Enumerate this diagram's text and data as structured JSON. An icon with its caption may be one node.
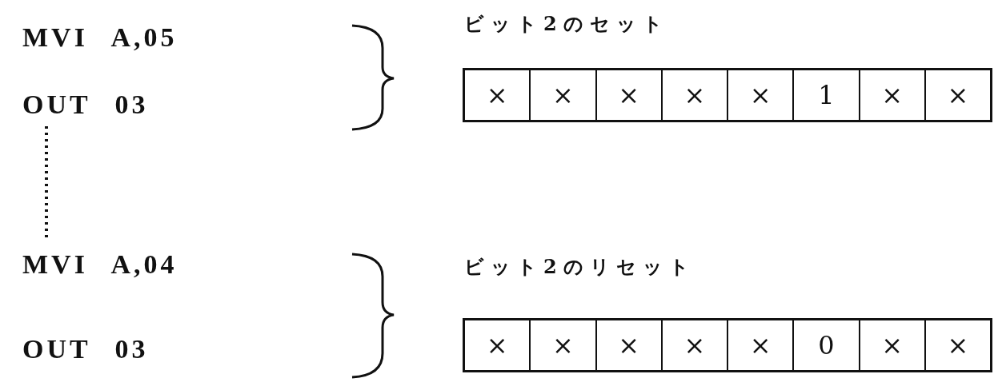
{
  "diagram": {
    "labels": [
      "MVI A,05",
      "OUT 03",
      "ビット2のセット",
      "×",
      "×",
      "×",
      "×",
      "×",
      "1",
      "×",
      "×",
      "MVI A,04",
      "OUT 03",
      "ビット2のリセット",
      "×",
      "×",
      "×",
      "×",
      "×",
      "0",
      "×",
      "×"
    ]
  }
}
